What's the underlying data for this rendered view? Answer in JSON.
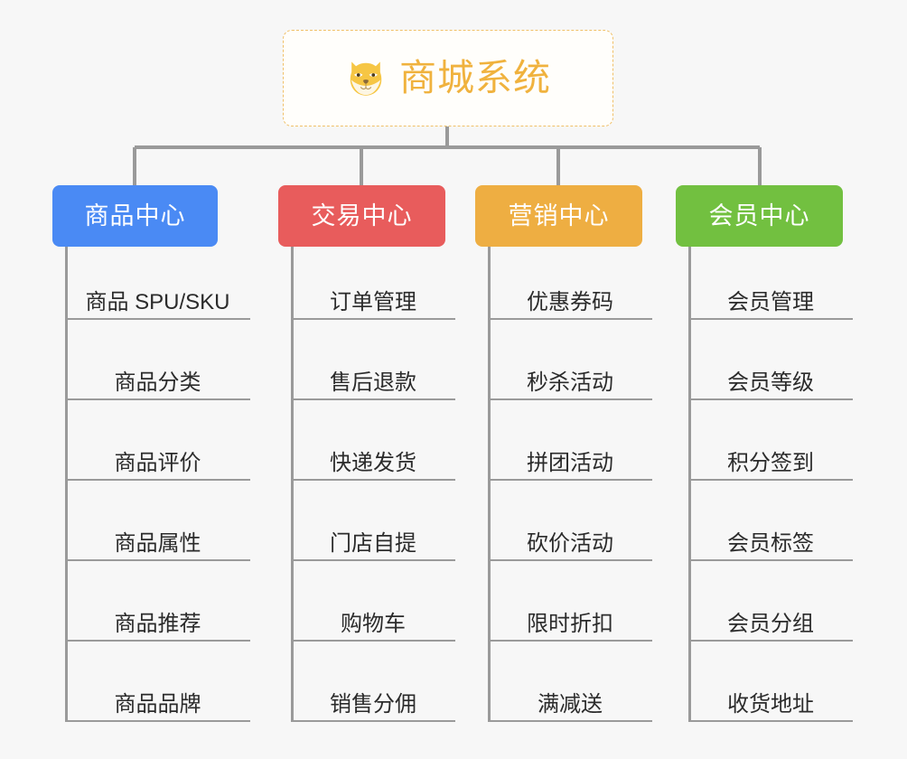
{
  "diagram": {
    "title": "商城系统",
    "root_icon": "shiba-dog-face-icon",
    "background_color": "#f7f7f7",
    "connector_color": "#9a9a9a",
    "root": {
      "label": "商城系统",
      "border_color": "#f0c068",
      "text_color": "#f0b23e",
      "background_color": "#fffefb"
    },
    "columns": [
      {
        "id": "product-center",
        "label": "商品中心",
        "color": "#4a8af4",
        "items": [
          "商品 SPU/SKU",
          "商品分类",
          "商品评价",
          "商品属性",
          "商品推荐",
          "商品品牌"
        ]
      },
      {
        "id": "trade-center",
        "label": "交易中心",
        "color": "#e85c5c",
        "items": [
          "订单管理",
          "售后退款",
          "快递发货",
          "门店自提",
          "购物车",
          "销售分佣"
        ]
      },
      {
        "id": "marketing-center",
        "label": "营销中心",
        "color": "#eeae42",
        "items": [
          "优惠券码",
          "秒杀活动",
          "拼团活动",
          "砍价活动",
          "限时折扣",
          "满减送"
        ]
      },
      {
        "id": "member-center",
        "label": "会员中心",
        "color": "#72c040",
        "items": [
          "会员管理",
          "会员等级",
          "积分签到",
          "会员标签",
          "会员分组",
          "收货地址"
        ]
      }
    ]
  }
}
